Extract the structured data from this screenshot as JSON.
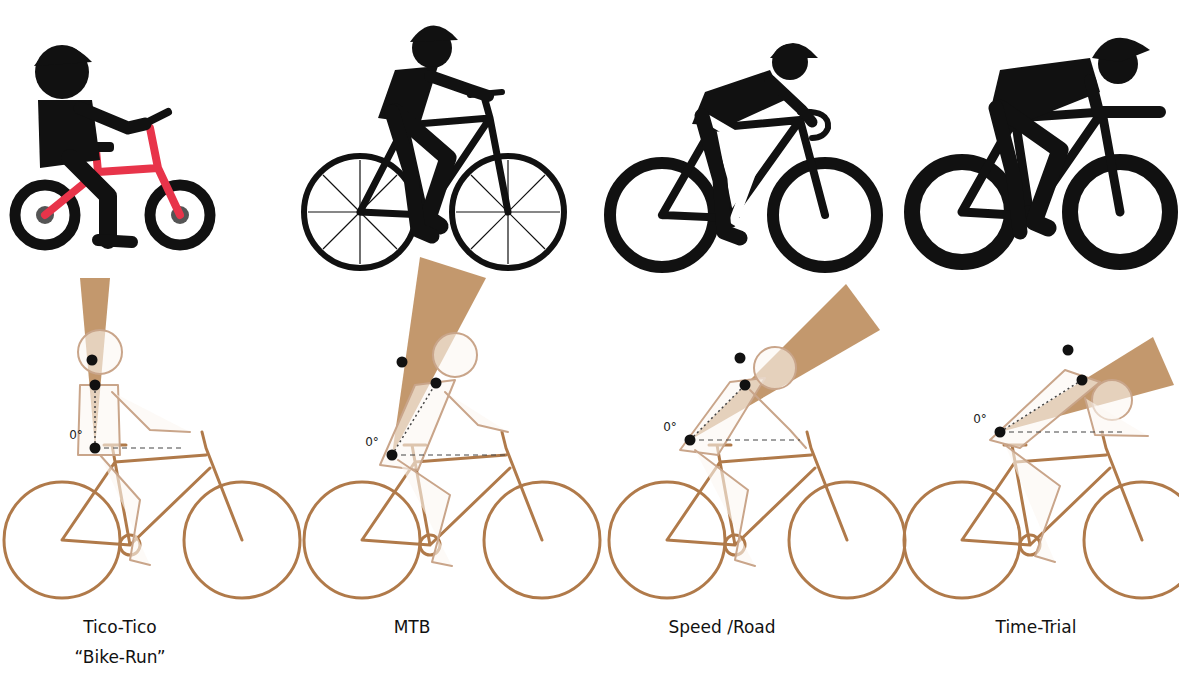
{
  "diagram": {
    "labels": [
      "0°",
      "0°",
      "0°",
      "0°",
      "Tico-Tico “Bike-Run”",
      "MTB",
      "Speed /Road",
      "Time-Trial"
    ]
  }
}
